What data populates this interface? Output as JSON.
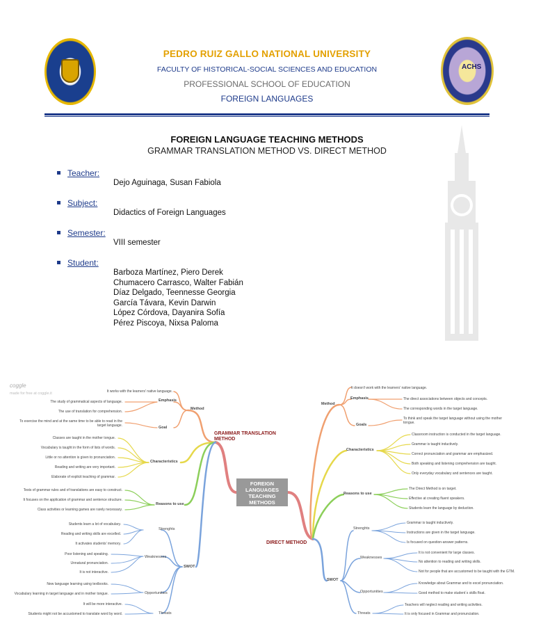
{
  "header": {
    "university": "PEDRO RUIZ GALLO NATIONAL UNIVERSITY",
    "faculty": "FACULTY OF HISTORICAL-SOCIAL SCIENCES AND EDUCATION",
    "school": "PROFESSIONAL SCHOOL OF EDUCATION",
    "department": "FOREIGN LANGUAGES",
    "right_seal_text": "ACHS"
  },
  "document": {
    "title": "FOREIGN LANGUAGE TEACHING METHODS",
    "subtitle": "GRAMMAR TRANSLATION METHOD VS. DIRECT METHOD"
  },
  "info": {
    "teacher_label": "Teacher:",
    "teacher": "Dejo Aguinaga, Susan Fabiola",
    "subject_label": "Subject:",
    "subject": "Didactics of Foreign Languages",
    "semester_label": "Semester:",
    "semester": "VIII semester",
    "student_label": "Student:",
    "students": [
      "Barboza Martínez, Piero Derek",
      "Chumacero Carrasco, Walter Fabián",
      "Díaz Delgado, Teennesse Georgia",
      "García Távara, Kevin Darwin",
      "López Córdova, Dayanira Sofía",
      "Pérez Piscoya, Nixsa Paloma"
    ]
  },
  "mindmap": {
    "logo": "coggle",
    "note": "made for free at coggle.it",
    "center": "FOREIGN LANGUAGES TEACHING METHODS",
    "gtm": {
      "title": "GRAMMAR TRANSLATION METHOD",
      "method": "Method",
      "emphasis": "Emphasis",
      "goal": "Goal",
      "native": "It works with the learners' native language.",
      "emphasis_items": [
        "The study of grammatical aspects of language.",
        "The use of translation for comprehension."
      ],
      "goal_item": "To exercise the mind and at the same time to be able to read in the target language.",
      "characteristics": "Characteristics",
      "characteristics_items": [
        "Classes are taught in the mother tongue.",
        "Vocabulary is taught in the form of lists of words.",
        "Little or no attention is given to pronunciation.",
        "Reading and writing are very important.",
        "Elaborate of explicit teaching of grammar."
      ],
      "reasons": "Reasons to use",
      "reasons_items": [
        "Tests of grammar rules and of translations are easy to construct.",
        "It focuses on the application of grammar and sentence structure.",
        "Class activities or learning games are rarely necessary."
      ],
      "swot": "SWOT",
      "strengths": "Strenghts",
      "strengths_items": [
        "Students learn a lot of vocabulary.",
        "Reading and writing skills are excelled.",
        "It activates students' memory."
      ],
      "weaknesses": "Weaknesses",
      "weaknesses_items": [
        "Poor listening and speaking.",
        "Unnatural pronunciation.",
        "It is not interactive."
      ],
      "opportunities": "Opportunities",
      "opportunities_items": [
        "New language learning using textbooks.",
        "Vocabulary learning in target language and in mother tongue."
      ],
      "threats": "Threats",
      "threats_items": [
        "It will be more interactive.",
        "Students might not be accustomed to translate word by word."
      ]
    },
    "dm": {
      "title": "DIRECT METHOD",
      "method": "Method",
      "emphasis": "Emphasis",
      "goals": "Goals",
      "native": "It doesn't work with the learners' native language.",
      "emphasis_items": [
        "The direct associations between objects and concepts.",
        "The corresponding words in the target language."
      ],
      "goal_item": "To think and speak the target language without using the mother tongue.",
      "characteristics": "Characteristics",
      "characteristics_items": [
        "Classroom instruction is conducted in the target language.",
        "Grammar is taught inductively.",
        "Correct pronunciation and grammar are emphasized.",
        "Both speaking and listening comprehension are taught.",
        "Only everyday vocabulary and sentences are taught."
      ],
      "reasons": "Reasons to use",
      "reasons_items": [
        "The Direct Method is on target.",
        "Effective at creating fluent speakers.",
        "Students learn the language by deduction."
      ],
      "swot": "SWOT",
      "strengths": "Strenghts",
      "strengths_items": [
        "Grammar is taught inductively.",
        "Instructions are given in the target language.",
        "Is focused on question-answer patterns."
      ],
      "weaknesses": "Weaknesses",
      "weaknesses_items": [
        "It is not convenient for large classes.",
        "No attention to reading and writing skills.",
        "Not for people that are accustomed to be taught with the GTM."
      ],
      "opportunities": "Opportunities",
      "opportunities_items": [
        "Knowledge about Grammar and to excel pronunciation.",
        "Good method to make student´s skills float."
      ],
      "threats": "Threats",
      "threats_items": [
        "Teachers will neglect reading and writing activities.",
        "It is only focused in Grammar and pronunciation."
      ]
    },
    "colors": {
      "method": "#f0a070",
      "characteristics": "#e6d84a",
      "reasons": "#8ccf5a",
      "swot": "#7aa3dc",
      "center_link": "#e08080"
    }
  }
}
